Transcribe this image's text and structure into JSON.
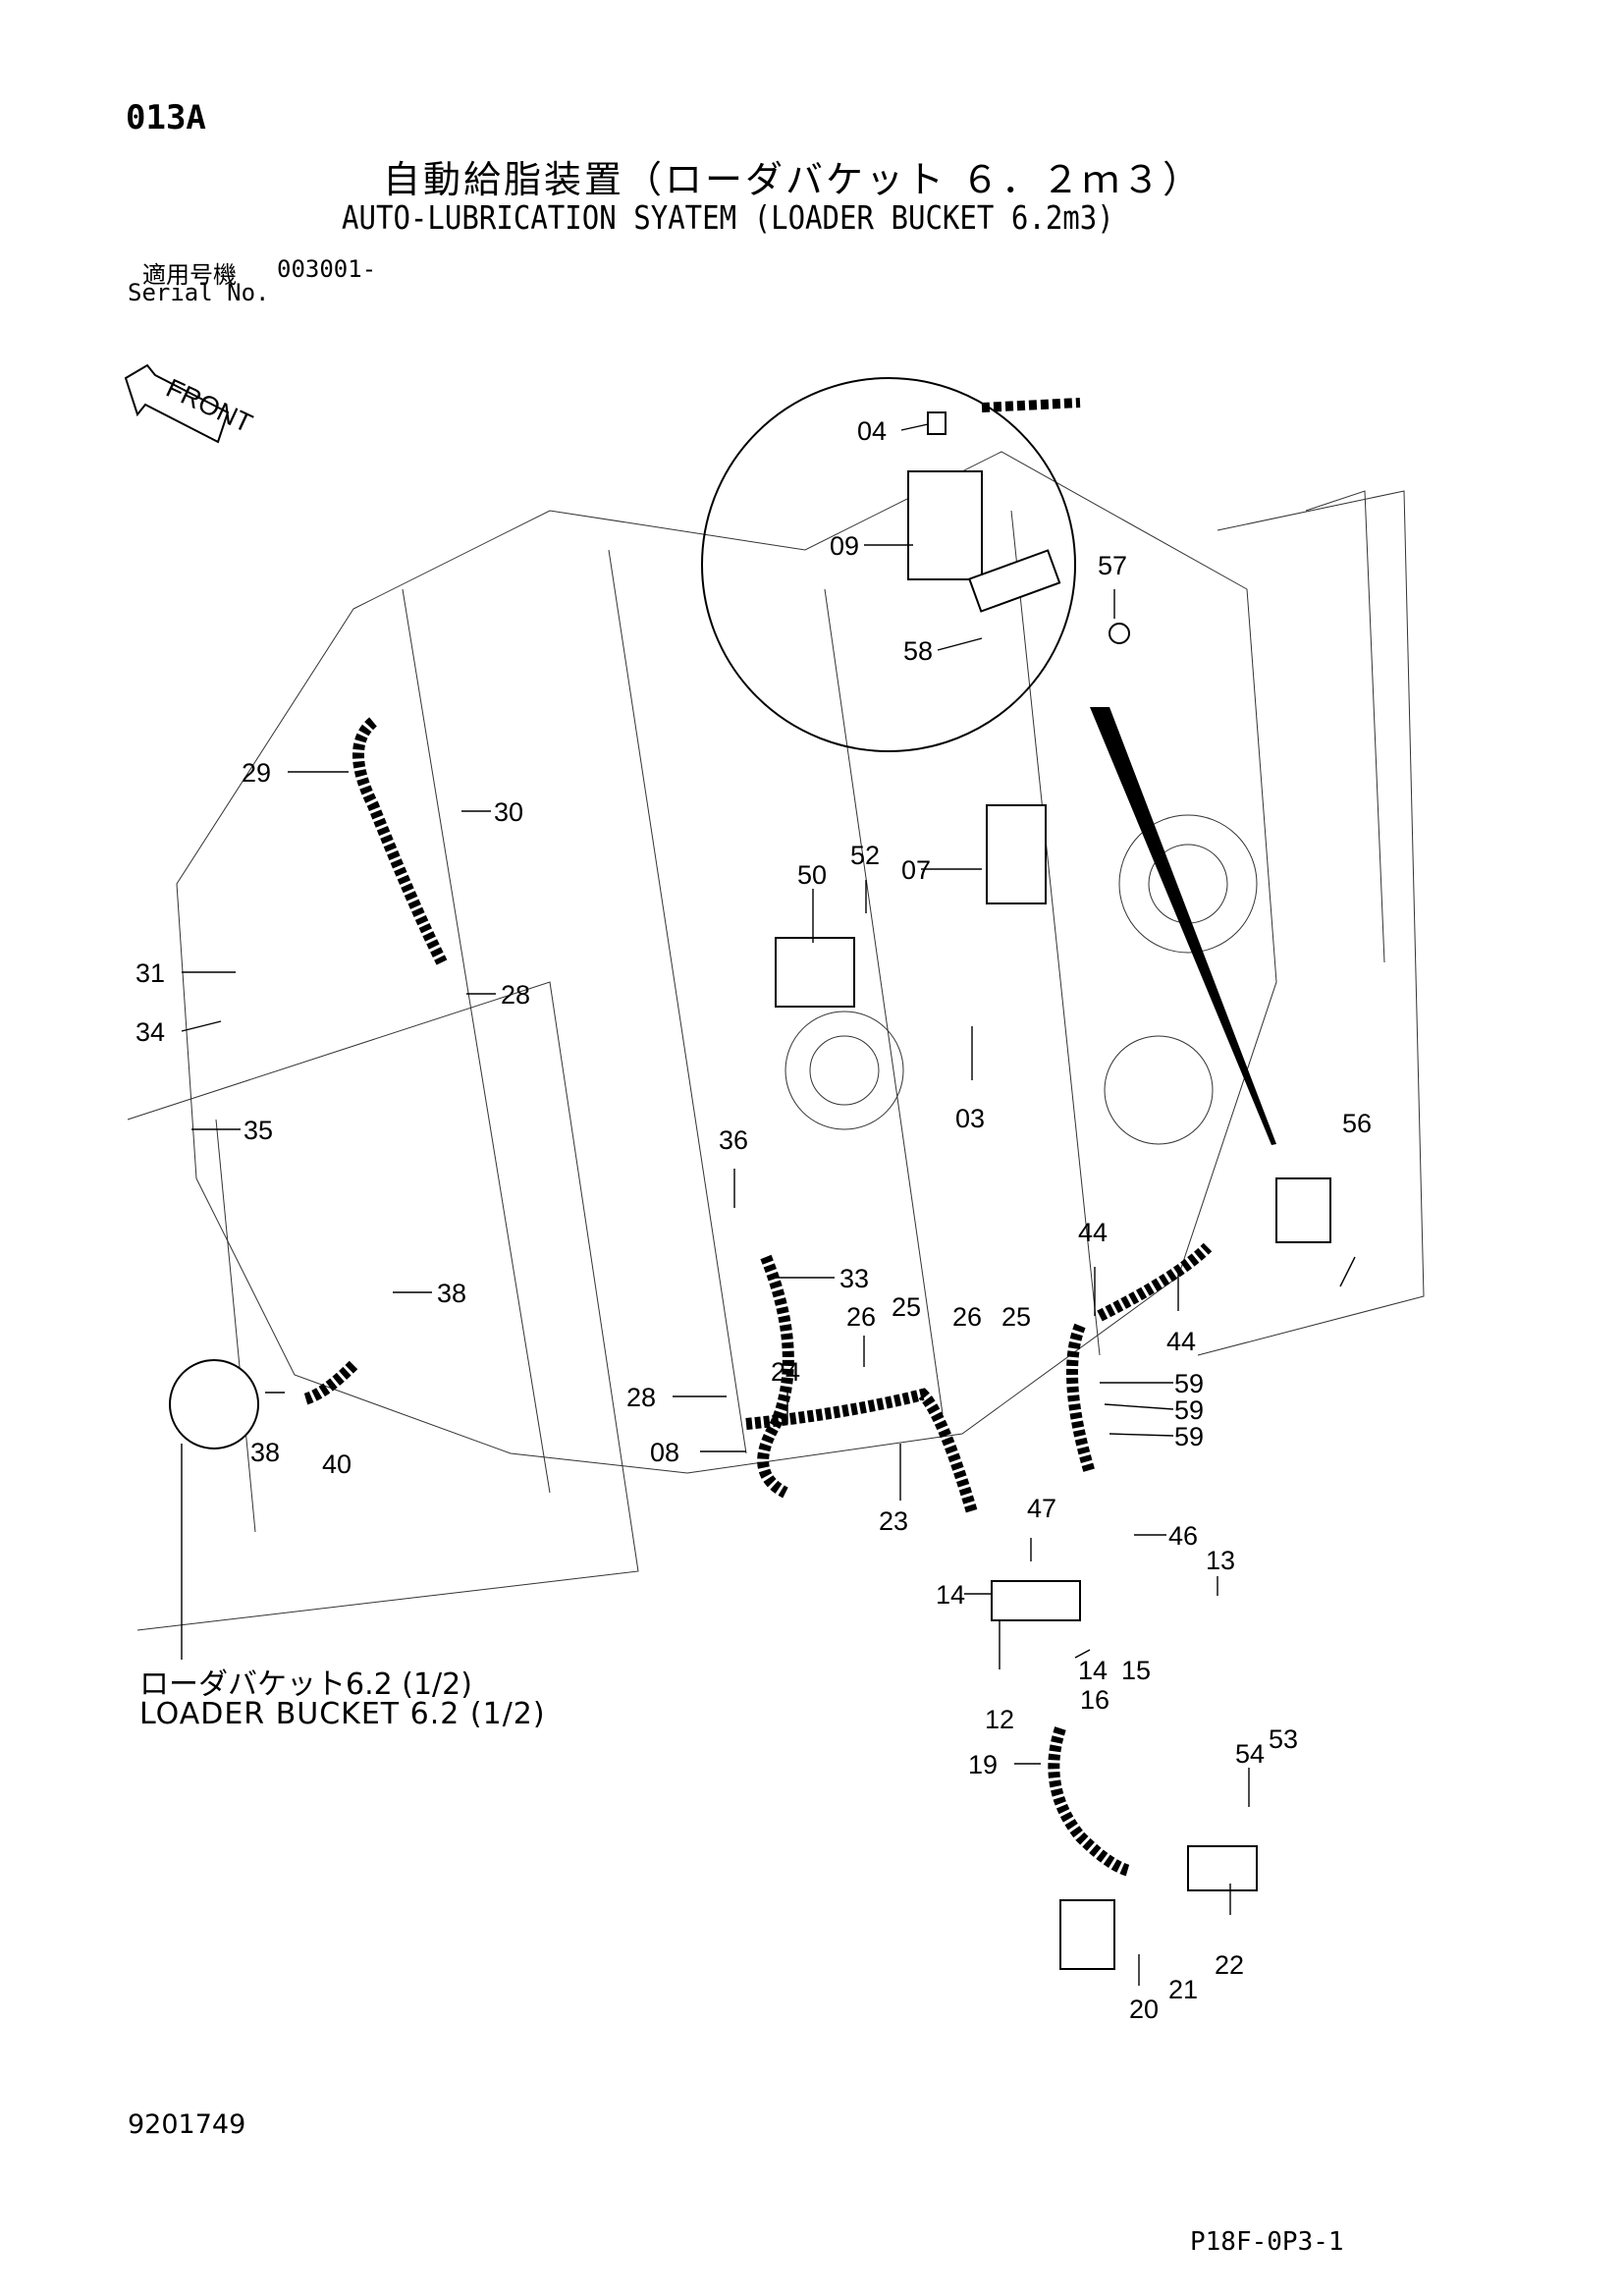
{
  "header": {
    "page_code": "013A",
    "title_jp": "自動給脂装置（ローダバケット ６．２ｍ３）",
    "title_en": "AUTO-LUBRICATION SYATEM (LOADER BUCKET 6.2m3)",
    "serial_label_jp": "適用号機",
    "serial_value": "003001-",
    "serial_label_en": "Serial No."
  },
  "front_marker": "FRONT",
  "reference": {
    "jp": "ローダバケット6.2 (1/2)",
    "en": "LOADER BUCKET 6.2 (1/2)"
  },
  "footer": {
    "doc_number": "9201749",
    "page_ref": "P18F-0P3-1"
  },
  "part_labels": [
    {
      "id": "p04",
      "text": "04"
    },
    {
      "id": "p09",
      "text": "09"
    },
    {
      "id": "p57",
      "text": "57"
    },
    {
      "id": "p58",
      "text": "58"
    },
    {
      "id": "p29",
      "text": "29"
    },
    {
      "id": "p30",
      "text": "30"
    },
    {
      "id": "p31",
      "text": "31"
    },
    {
      "id": "p34",
      "text": "34"
    },
    {
      "id": "p28a",
      "text": "28"
    },
    {
      "id": "p35",
      "text": "35"
    },
    {
      "id": "p38a",
      "text": "38"
    },
    {
      "id": "p38b",
      "text": "38"
    },
    {
      "id": "p40",
      "text": "40"
    },
    {
      "id": "p50",
      "text": "50"
    },
    {
      "id": "p52",
      "text": "52"
    },
    {
      "id": "p07",
      "text": "07"
    },
    {
      "id": "p03",
      "text": "03"
    },
    {
      "id": "p36",
      "text": "36"
    },
    {
      "id": "p33",
      "text": "33"
    },
    {
      "id": "p26a",
      "text": "26"
    },
    {
      "id": "p25a",
      "text": "25"
    },
    {
      "id": "p26b",
      "text": "26"
    },
    {
      "id": "p25b",
      "text": "25"
    },
    {
      "id": "p24",
      "text": "24"
    },
    {
      "id": "p28b",
      "text": "28"
    },
    {
      "id": "p08",
      "text": "08"
    },
    {
      "id": "p23",
      "text": "23"
    },
    {
      "id": "p44a",
      "text": "44"
    },
    {
      "id": "p44b",
      "text": "44"
    },
    {
      "id": "p56",
      "text": "56"
    },
    {
      "id": "p59a",
      "text": "59"
    },
    {
      "id": "p59b",
      "text": "59"
    },
    {
      "id": "p59c",
      "text": "59"
    },
    {
      "id": "p47",
      "text": "47"
    },
    {
      "id": "p46",
      "text": "46"
    },
    {
      "id": "p13",
      "text": "13"
    },
    {
      "id": "p14a",
      "text": "14"
    },
    {
      "id": "p14b",
      "text": "14"
    },
    {
      "id": "p15",
      "text": "15"
    },
    {
      "id": "p12",
      "text": "12"
    },
    {
      "id": "p16",
      "text": "16"
    },
    {
      "id": "p19",
      "text": "19"
    },
    {
      "id": "p54",
      "text": "54"
    },
    {
      "id": "p53",
      "text": "53"
    },
    {
      "id": "p22",
      "text": "22"
    },
    {
      "id": "p21",
      "text": "21"
    },
    {
      "id": "p20",
      "text": "20"
    }
  ]
}
